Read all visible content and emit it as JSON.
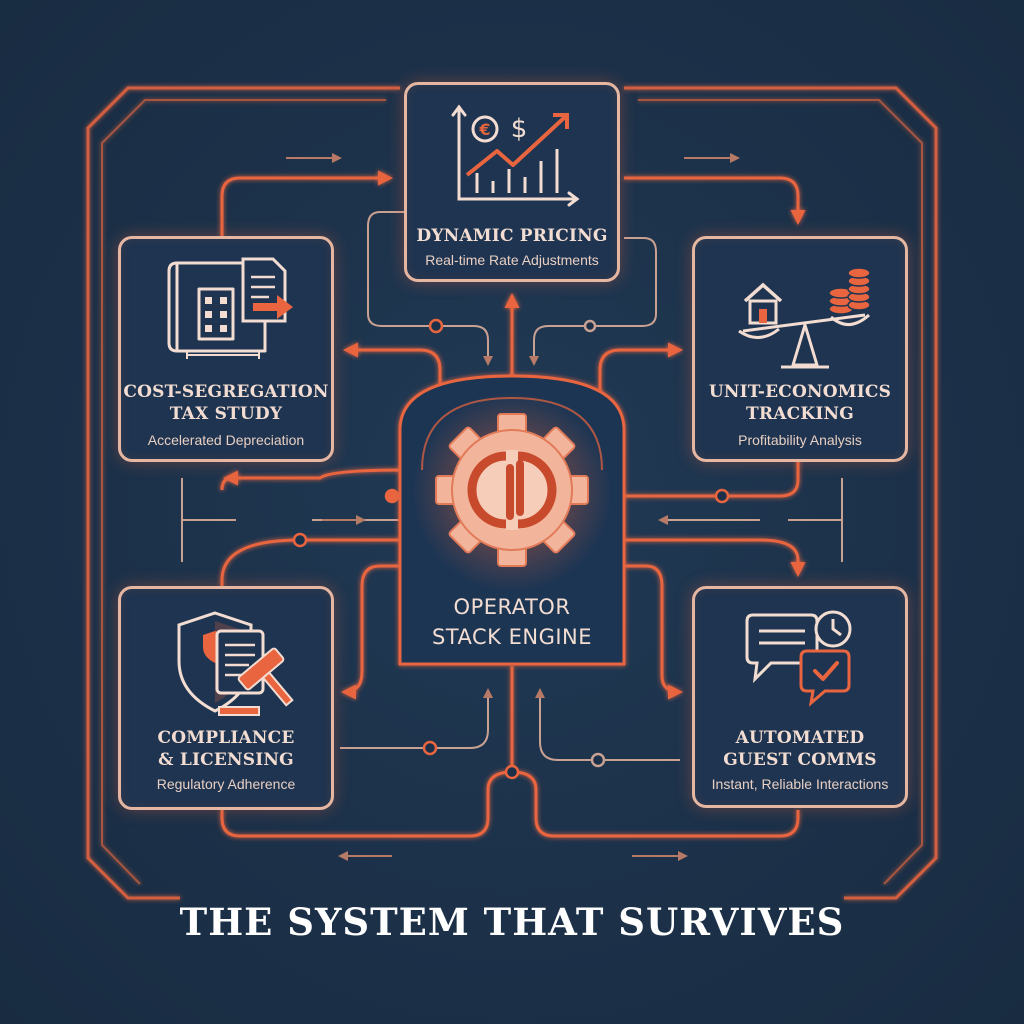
{
  "colors": {
    "background": "#1c3149",
    "accent": "#e8653f",
    "box_border": "#e5b7a2",
    "text": "#f3ddd2"
  },
  "center": {
    "title_line1": "OPERATOR",
    "title_line2": "STACK ENGINE",
    "icon": "gear-logo-icon"
  },
  "nodes": {
    "dynamic_pricing": {
      "title": "DYNAMIC PRICING",
      "subtitle": "Real-time Rate Adjustments",
      "icon": "price-chart-icon"
    },
    "cost_segregation": {
      "title_line1": "COST-SEGREGATION",
      "title_line2": "TAX STUDY",
      "subtitle": "Accelerated Depreciation",
      "icon": "blueprint-document-icon"
    },
    "unit_economics": {
      "title_line1": "UNIT-ECONOMICS",
      "title_line2": "TRACKING",
      "subtitle": "Profitability Analysis",
      "icon": "balance-scale-icon"
    },
    "compliance": {
      "title_line1": "COMPLIANCE",
      "title_line2": "& LICENSING",
      "subtitle": "Regulatory Adherence",
      "icon": "shield-gavel-icon"
    },
    "guest_comms": {
      "title_line1": "AUTOMATED",
      "title_line2": "GUEST COMMS",
      "subtitle": "Instant, Reliable Interactions",
      "icon": "chat-clock-icon"
    }
  },
  "footer": {
    "title": "THE SYSTEM THAT SURVIVES"
  }
}
